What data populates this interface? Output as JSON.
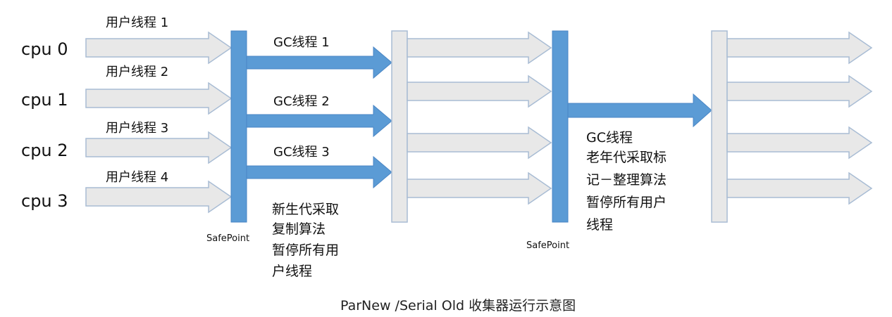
{
  "colors": {
    "gray_fill": "#e8e8e8",
    "gray_stroke": "#a8bcd4",
    "blue_fill": "#5b9bd5",
    "blue_stroke": "#4a86c5"
  },
  "cpus": [
    "cpu 0",
    "cpu 1",
    "cpu 2",
    "cpu 3"
  ],
  "user_threads": [
    "用户线程 1",
    "用户线程 2",
    "用户线程 3",
    "用户线程 4"
  ],
  "gc_threads": [
    "GC线程 1",
    "GC线程 2",
    "GC线程 3"
  ],
  "young_note": [
    "新生代采取",
    "复制算法",
    "暂停所有用",
    "户线程"
  ],
  "safepoint_labels": [
    "SafePoint",
    "SafePoint"
  ],
  "old_gc": {
    "title": "GC线程",
    "lines": [
      "老年代采取标",
      "记－整理算法",
      "暂停所有用户",
      "线程"
    ]
  },
  "caption": "ParNew /Serial Old 收集器运行示意图"
}
